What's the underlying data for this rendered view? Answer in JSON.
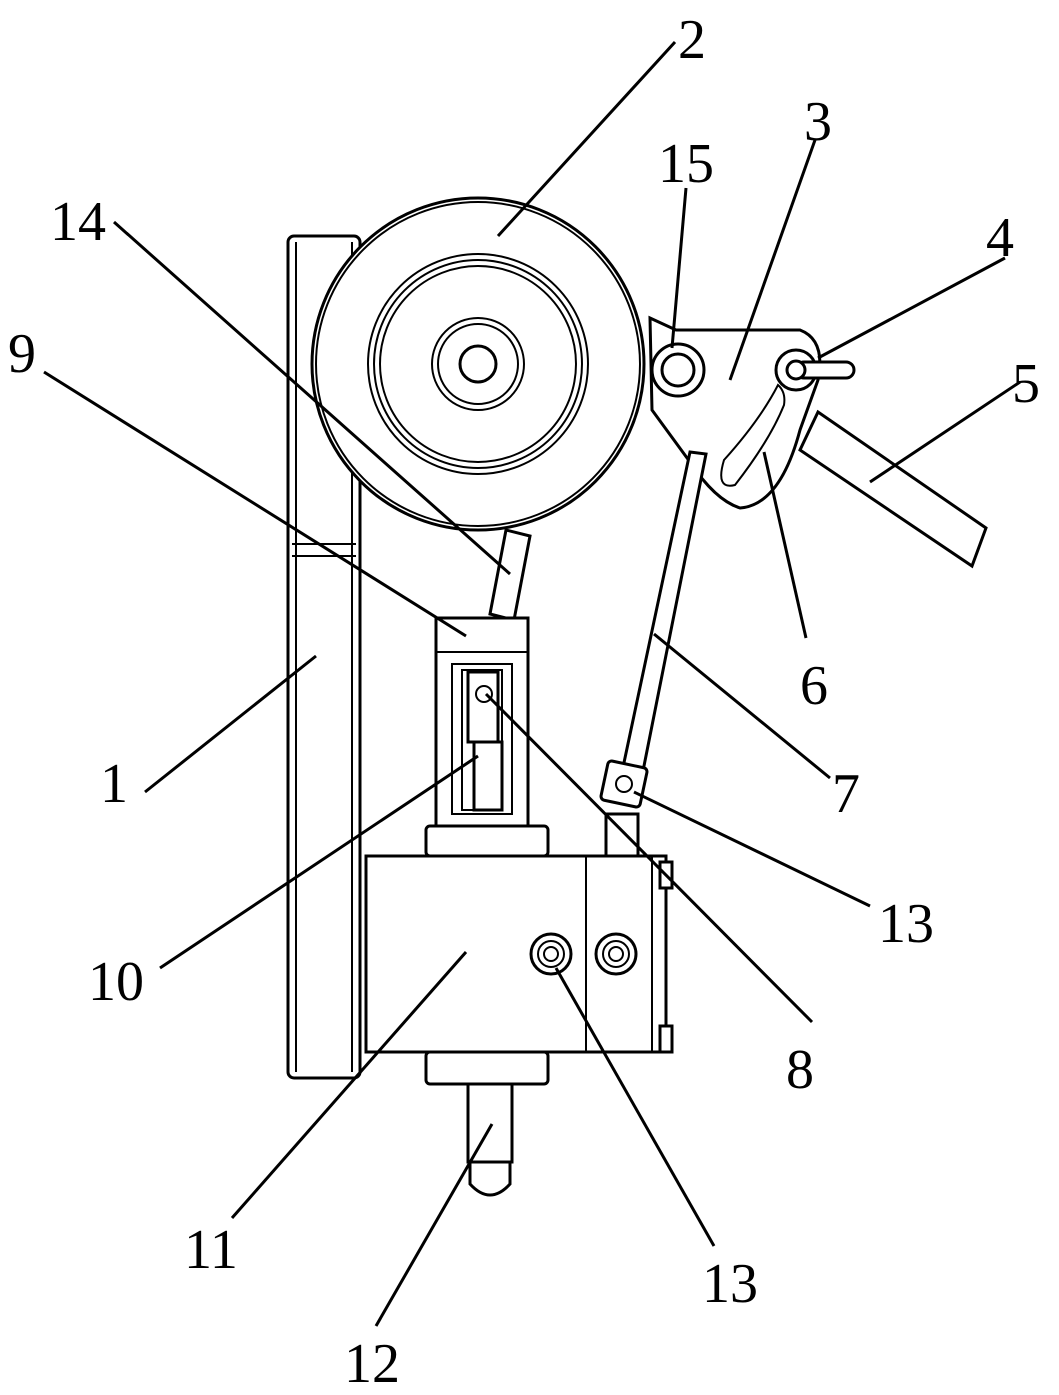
{
  "labels": {
    "l1": "1",
    "l2": "2",
    "l3": "3",
    "l4": "4",
    "l5": "5",
    "l6": "6",
    "l7": "7",
    "l8": "8",
    "l9": "9",
    "l10": "10",
    "l11": "11",
    "l12": "12",
    "l13a": "13",
    "l13b": "13",
    "l14": "14",
    "l15": "15"
  },
  "colors": {
    "line": "#000000",
    "background": "#ffffff"
  }
}
